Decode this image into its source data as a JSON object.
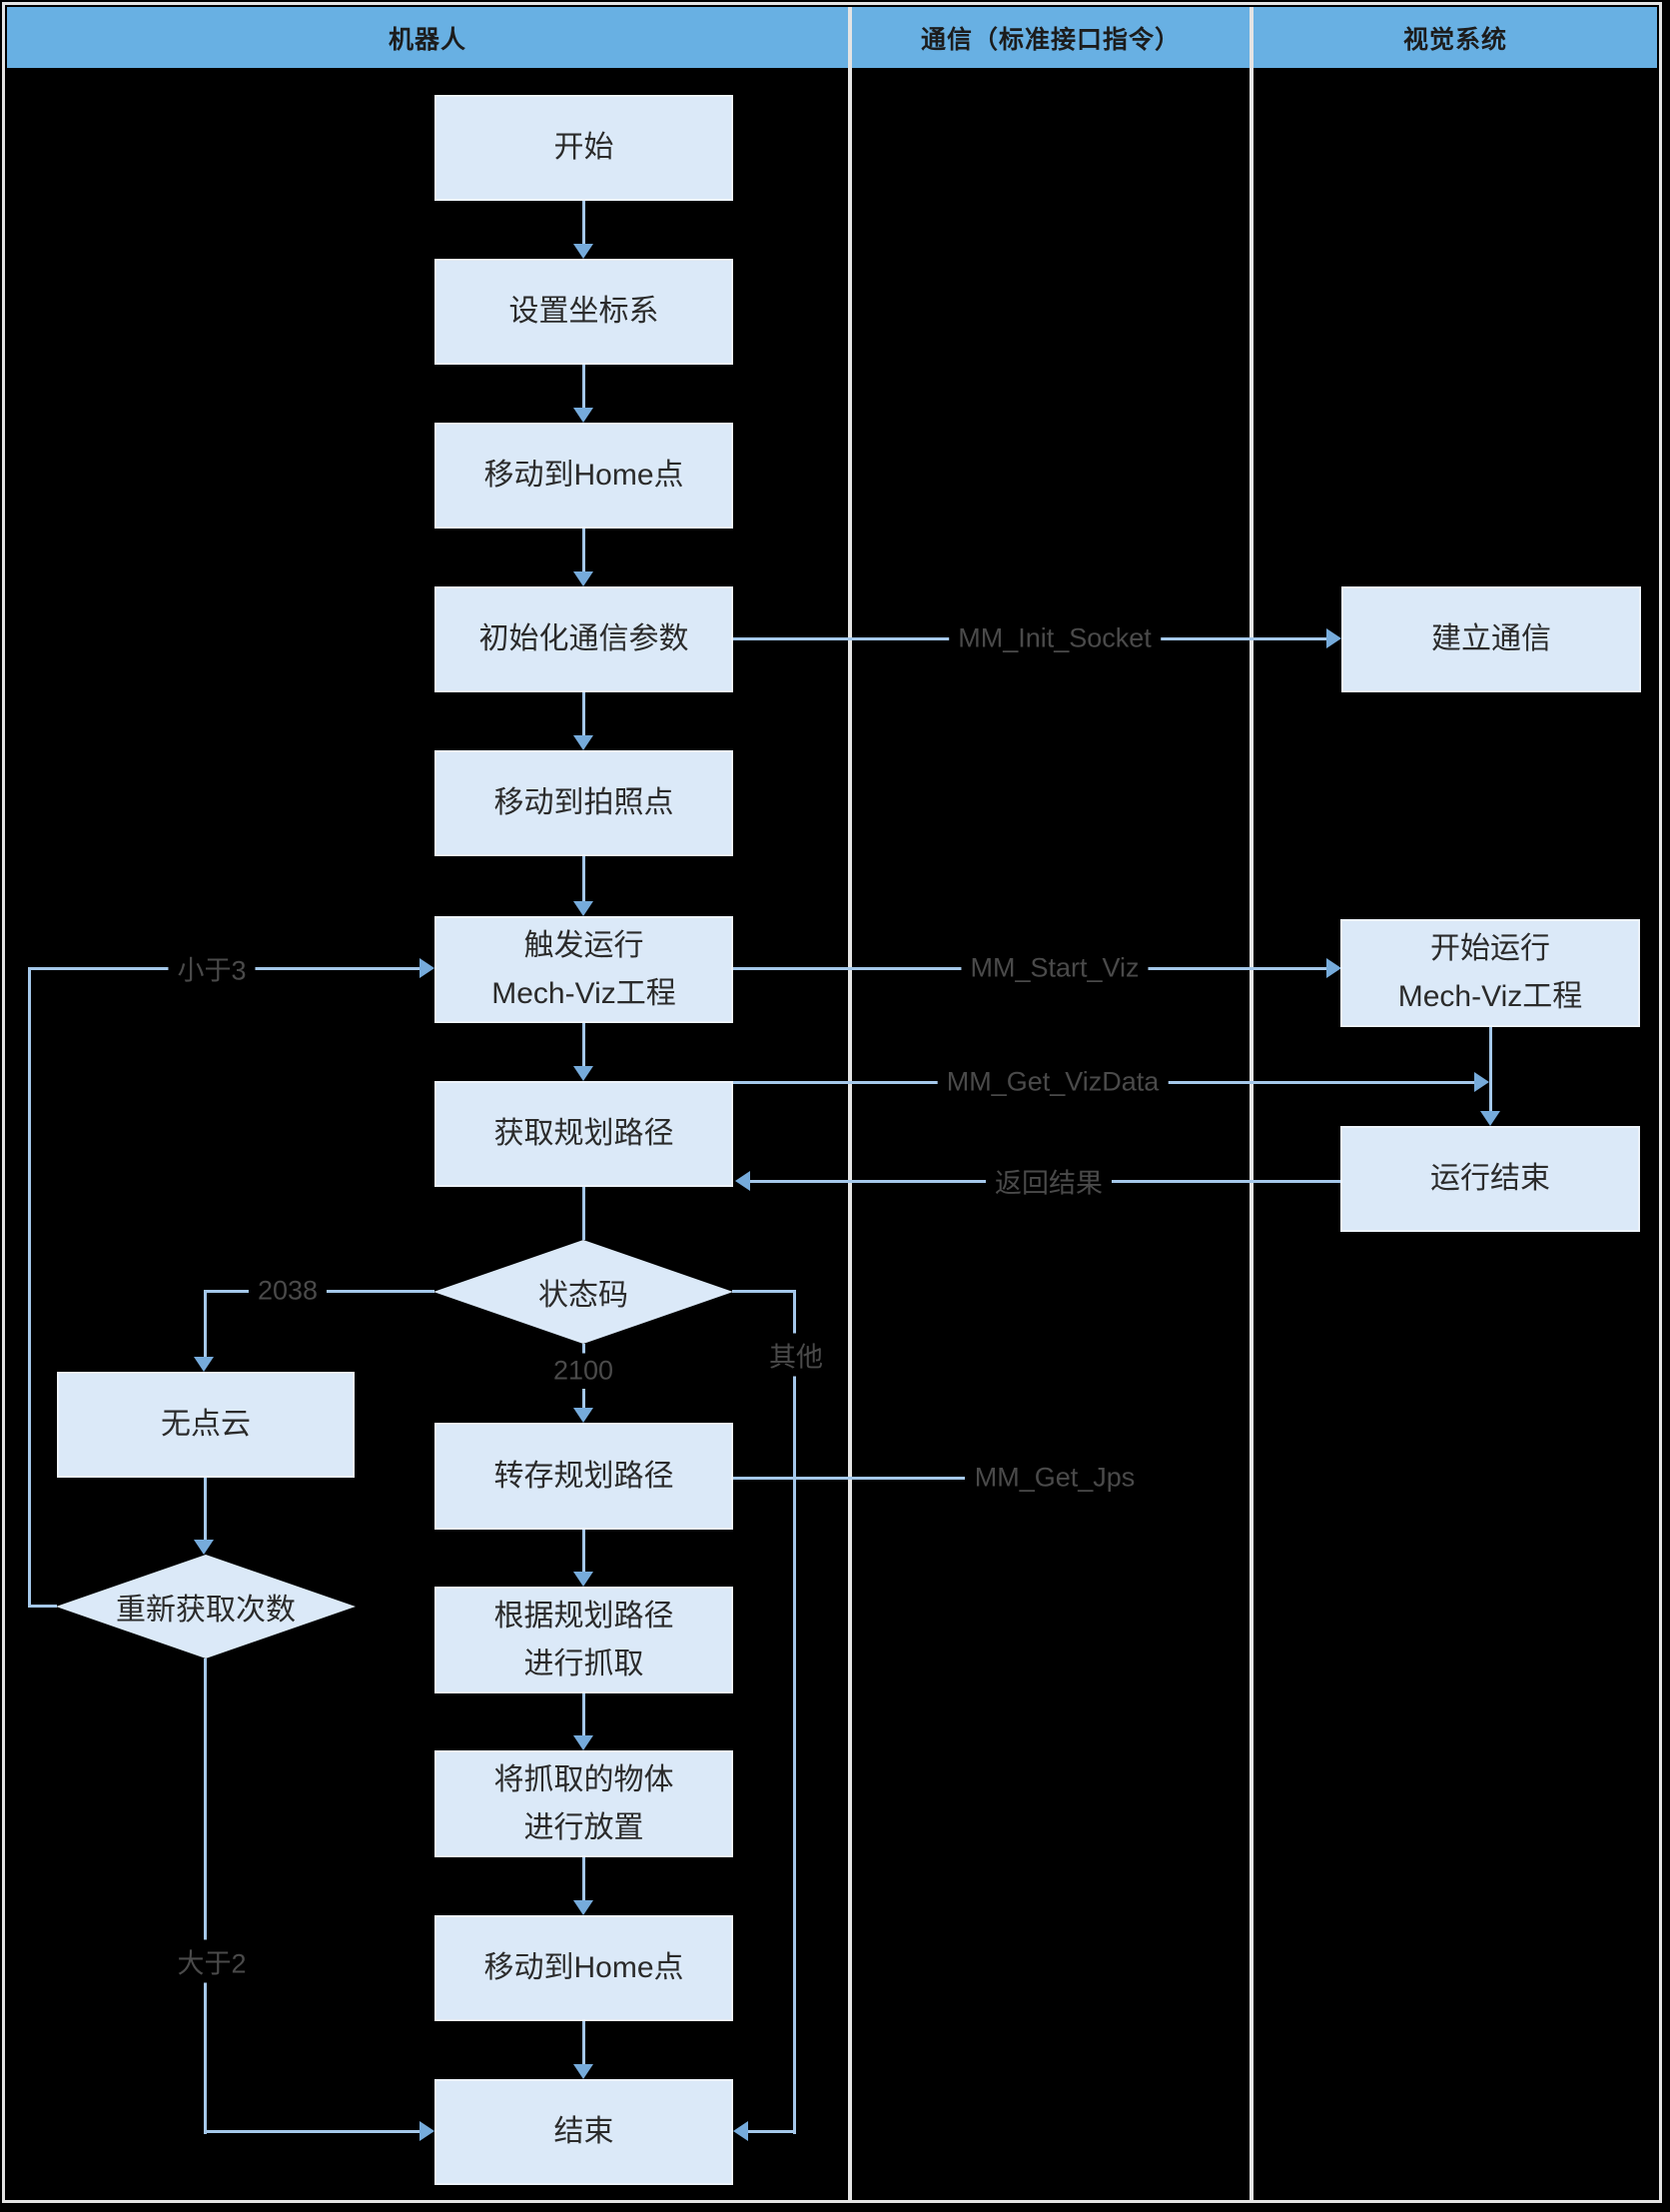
{
  "header": {
    "lanes": [
      {
        "label": "机器人"
      },
      {
        "label": "通信（标准接口指令）"
      },
      {
        "label": "视觉系统"
      }
    ]
  },
  "nodes": {
    "start": {
      "label": "开始"
    },
    "set_coords": {
      "label": "设置坐标系"
    },
    "move_home_1": {
      "label": "移动到Home点"
    },
    "init_comm": {
      "label": "初始化通信参数"
    },
    "move_photo": {
      "label": "移动到拍照点"
    },
    "trigger_viz": {
      "line1": "触发运行",
      "line2": "Mech-Viz工程"
    },
    "get_path": {
      "label": "获取规划路径"
    },
    "status_code": {
      "label": "状态码"
    },
    "save_path": {
      "label": "转存规划路径"
    },
    "pick": {
      "line1": "根据规划路径",
      "line2": "进行抓取"
    },
    "place": {
      "line1": "将抓取的物体",
      "line2": "进行放置"
    },
    "move_home_2": {
      "label": "移动到Home点"
    },
    "end": {
      "label": "结束"
    },
    "no_cloud": {
      "label": "无点云"
    },
    "retry_count": {
      "label": "重新获取次数"
    },
    "establish_comm": {
      "label": "建立通信"
    },
    "start_viz_run": {
      "line1": "开始运行",
      "line2": "Mech-Viz工程"
    },
    "run_end": {
      "label": "运行结束"
    }
  },
  "edge_labels": {
    "init_socket": "MM_Init_Socket",
    "start_viz": "MM_Start_Viz",
    "get_vizdata": "MM_Get_VizData",
    "return_result": "返回结果",
    "get_jps": "MM_Get_Jps",
    "code_2038": "2038",
    "code_2100": "2100",
    "other": "其他",
    "less_than_3": "小于3",
    "greater_than_2": "大于2"
  },
  "colors": {
    "header_fill": "#68B0E3",
    "node_fill": "#DBE9F8",
    "line": "#A5C8EA",
    "arrow": "#76ABDB",
    "frame": "#E4E4E4",
    "edge_label": "#4A4A4A"
  }
}
